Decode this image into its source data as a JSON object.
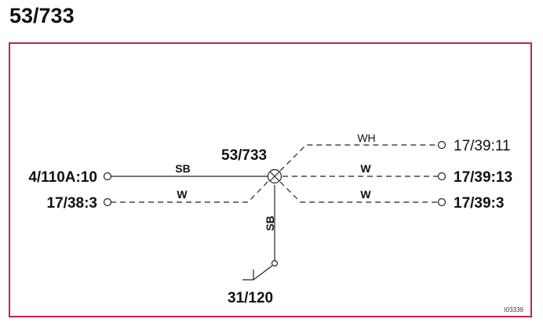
{
  "title": "53/733",
  "diagram": {
    "splice_label": "53/733",
    "connectors": {
      "left_top": "4/110A:10",
      "left_bottom": "17/38:3",
      "right_top": "17/39:11",
      "right_middle": "17/39:13",
      "right_bottom": "17/39:3",
      "ground": "31/120"
    },
    "wires": {
      "left_top": "SB",
      "left_bottom": "W",
      "right_top": "WH",
      "right_middle": "W",
      "right_bottom": "W",
      "down": "SB"
    },
    "ref_code": "I03339"
  }
}
